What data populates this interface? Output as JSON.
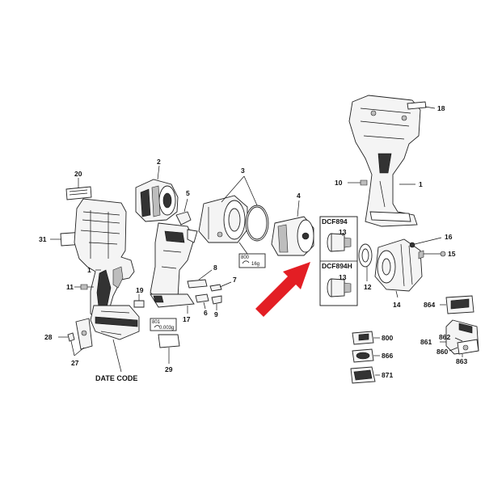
{
  "callouts": {
    "c1a": "1",
    "c1b": "1",
    "c2": "2",
    "c3": "3",
    "c4": "4",
    "c5": "5",
    "c6": "6",
    "c7": "7",
    "c8": "8",
    "c9": "9",
    "c10": "10",
    "c11": "11",
    "c12": "12",
    "c13a": "13",
    "c13b": "13",
    "c14": "14",
    "c15": "15",
    "c16": "16",
    "c17": "17",
    "c18": "18",
    "c19": "19",
    "c20": "20",
    "c27": "27",
    "c28": "28",
    "c29": "29",
    "c31": "31",
    "c800": "800",
    "c860": "860",
    "c861": "861",
    "c862": "862",
    "c863": "863",
    "c864": "864",
    "c866": "866",
    "c871": "871"
  },
  "date_code": "DATE CODE",
  "variants": {
    "a": "DCF894",
    "b": "DCF894H"
  },
  "grease": {
    "g1_code": "800",
    "g1_qty": "16g",
    "g2_code": "801",
    "g2_qty": "0.003g"
  },
  "colors": {
    "arrow": "#e31e24",
    "line": "#111111"
  }
}
